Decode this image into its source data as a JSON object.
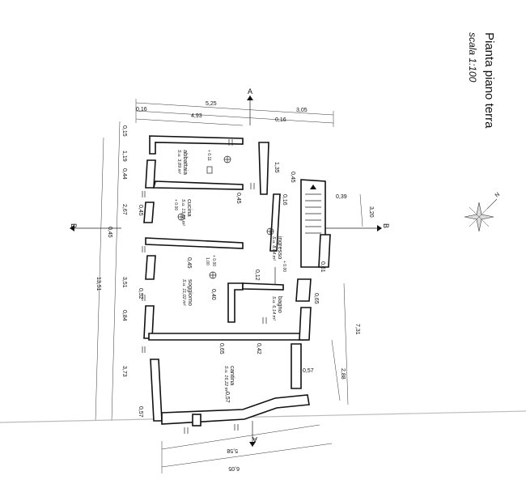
{
  "title": "Pianta piano terra",
  "scale": "scala 1:100",
  "section_labels": {
    "a_top": "A",
    "a_bottom": "A",
    "b_left": "B",
    "b_right": "B"
  },
  "rooms": [
    {
      "name": "abbattaia",
      "area": "S.u. 3,89 m²",
      "level": "+ 0.11"
    },
    {
      "name": "cucina",
      "area": "S.u. 13,12 m²",
      "level": "+ 0.00"
    },
    {
      "name": "soggiorno",
      "area": "S.u. 11,02 m²",
      "level": "+ 0.00"
    },
    {
      "name": "ingresso",
      "area": "S.u. 8,84 m²",
      "level": "+ 0.00"
    },
    {
      "name": "bagno",
      "area": "S.u. 6,14 m²",
      "level": ""
    },
    {
      "name": "cantina",
      "area": "S.u. 16,22 m²",
      "level": ""
    }
  ],
  "dims": {
    "top_total": "5,25",
    "top_left": "0,16",
    "top_mid": "4,93",
    "top_right_a": "3,05",
    "top_right_b": "0,16",
    "left_a": "0,15",
    "left_b": "1,19",
    "left_c": "0,44",
    "left_d": "2,67",
    "left_e": "0,45",
    "left_f": "3,51",
    "left_g": "0,84",
    "left_h": "3,73",
    "left_total": "13,51",
    "bottom_a": "5,58",
    "bottom_b": "6,05",
    "right_a": "0,39",
    "right_b": "3,20",
    "right_c": "2,88",
    "right_d": "7,31",
    "i_135": "1,35",
    "i_045a": "0,45",
    "i_045b": "0,45",
    "i_016": "0,16",
    "i_045c": "0,45",
    "i_012": "0,12",
    "i_040": "0,40",
    "i_052": "0,52",
    "i_045d": "0,45",
    "i_061": "0,61",
    "i_065a": "0,65",
    "i_065b": "0,65",
    "i_042": "0,42",
    "i_057a": "0,57",
    "i_057b": "0,57",
    "i_057c": "0,57",
    "i_100": "1.00"
  }
}
